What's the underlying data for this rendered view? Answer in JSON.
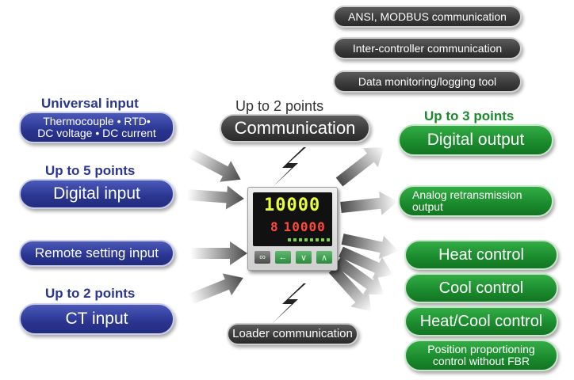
{
  "colors": {
    "blue": "#2a3591",
    "green": "#1a8a2d",
    "dark": "#3a3a3a"
  },
  "top_right": [
    "ANSI, MODBUS communication",
    "Inter-controller communication",
    "Data monitoring/logging tool"
  ],
  "communication": {
    "heading": "Up to 2 points",
    "label": "Communication"
  },
  "loader": {
    "label": "Loader communication"
  },
  "inputs": {
    "universal": {
      "heading": "Universal input",
      "line1": "Thermocouple • RTD•",
      "line2": "DC voltage • DC current"
    },
    "digital": {
      "heading": "Up to 5 points",
      "label": "Digital input"
    },
    "remote": {
      "label": "Remote setting input"
    },
    "ct": {
      "heading": "Up to 2 points",
      "label": "CT input"
    }
  },
  "outputs": {
    "digital": {
      "heading": "Up to 3 points",
      "label": "Digital output"
    },
    "analog": {
      "line1": "Analog retransmission",
      "line2": "output"
    },
    "heat": {
      "label": "Heat control"
    },
    "cool": {
      "label": "Cool control"
    },
    "heatcool": {
      "label": "Heat/Cool control"
    },
    "position": {
      "line1": "Position proportioning",
      "line2": "control without FBR"
    }
  },
  "controller": {
    "pv": "10000",
    "sv_prefix": "8",
    "sv": "10000"
  },
  "icons": [
    "lightning-icon",
    "arrow-icon",
    "loop-icon",
    "left-arrow-icon",
    "down-arrow-icon",
    "up-arrow-icon"
  ]
}
